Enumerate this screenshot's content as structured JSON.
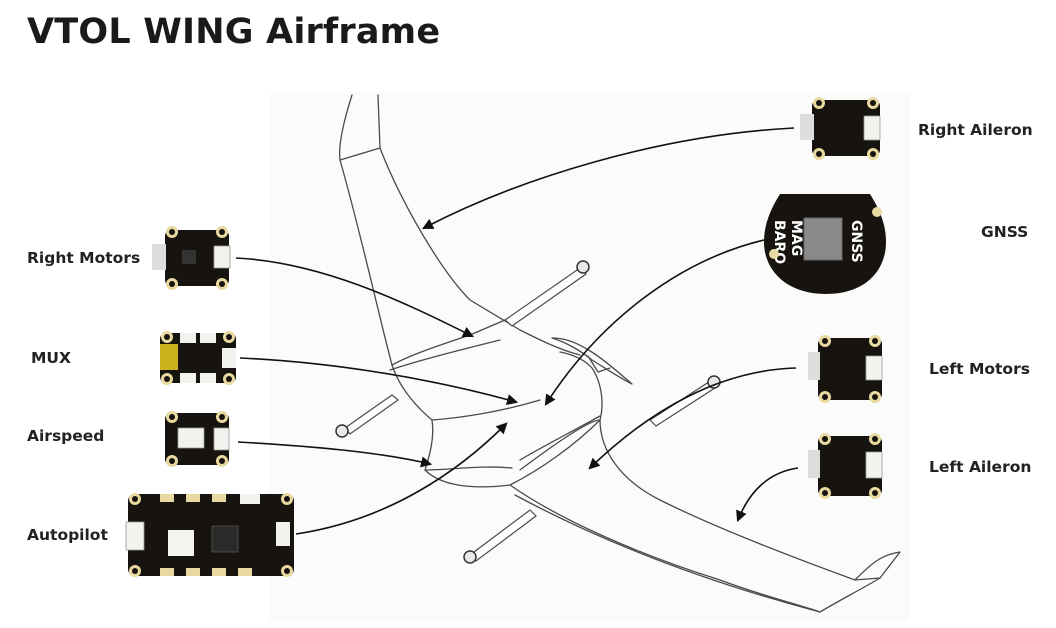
{
  "page": {
    "title": "VTOL WING Airframe"
  },
  "labels": {
    "right_motors": "Right Motors",
    "mux": "MUX",
    "airspeed": "Airspeed",
    "autopilot": "Autopilot",
    "right_aileron": "Right Aileron",
    "gnss": "GNSS",
    "left_motors": "Left Motors",
    "left_aileron": "Left Aileron"
  },
  "gnss_board": {
    "text_mag": "MAG",
    "text_baro": "BARO",
    "text_gnss": "GNSS"
  },
  "colors": {
    "board": "#17130f",
    "pad": "#e8d9a0",
    "connector": "#f2f2ee",
    "wing_stroke": "#4a4a4a",
    "arrow": "#111111"
  }
}
